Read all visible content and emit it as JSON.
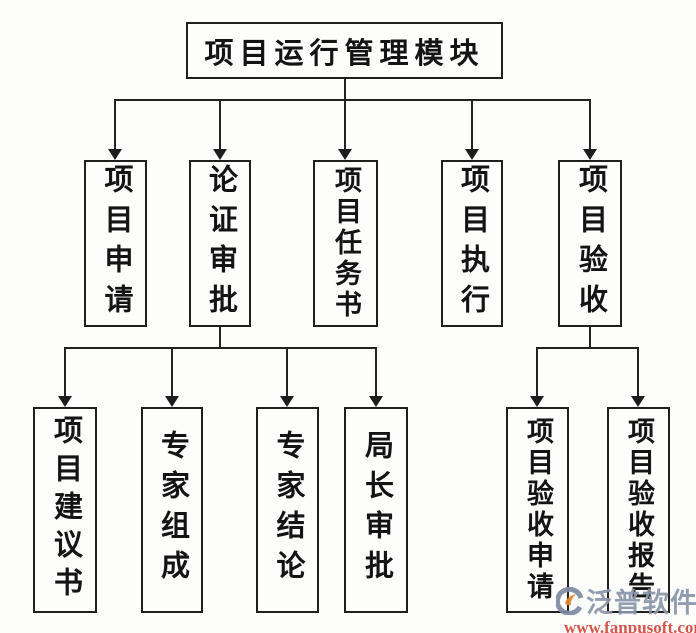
{
  "diagram": {
    "root": {
      "label": "项目运行管理模块"
    },
    "level1": [
      {
        "label": "项目申请"
      },
      {
        "label": "论证审批"
      },
      {
        "label": "项目任务书"
      },
      {
        "label": "项目执行"
      },
      {
        "label": "项目验收"
      }
    ],
    "level2_review": [
      {
        "label": "项目建议书"
      },
      {
        "label": "专家组成"
      },
      {
        "label": "专家结论"
      },
      {
        "label": "局长审批"
      }
    ],
    "level2_accept": [
      {
        "label": "项目验收申请"
      },
      {
        "label": "项目验收报告"
      }
    ]
  },
  "watermark": {
    "brand": "泛普软件",
    "url": "www.fanpusoft.com",
    "brand_color": "#8a96aa",
    "url_color": "#d2473c",
    "logo_primary_color": "#7d8ba2",
    "logo_accent_color": "#e2862f"
  },
  "colors": {
    "line": "#222222",
    "box_border": "#1f1f1f",
    "background": "#fdfdfc"
  }
}
